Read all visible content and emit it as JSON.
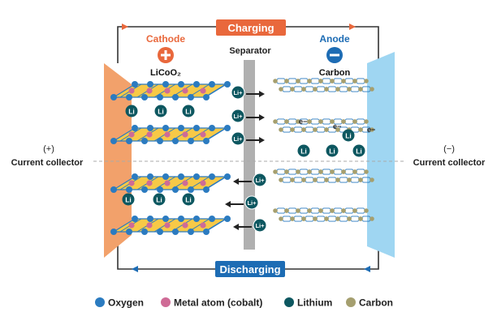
{
  "title_charging": "Charging",
  "title_discharging": "Discharging",
  "cathode": {
    "label": "Cathode",
    "material": "LiCoO₂",
    "sign": "+"
  },
  "anode": {
    "label": "Anode",
    "material": "Carbon",
    "sign": "−"
  },
  "separator": "Separator",
  "left_collector": {
    "polarity": "(+)",
    "label": "Current collector"
  },
  "right_collector": {
    "polarity": "(−)",
    "label": "Current collector"
  },
  "ion_label": "Li+",
  "lithium_label": "Li",
  "electron_label": "e−",
  "legend": [
    {
      "label": "Oxygen",
      "color": "#2b7bc0"
    },
    {
      "label": "Metal atom (cobalt)",
      "color": "#cf6b96"
    },
    {
      "label": "Lithium",
      "color": "#0d5760"
    },
    {
      "label": "Carbon",
      "color": "#a59f6f"
    }
  ],
  "colors": {
    "orange": "#e9683c",
    "blue": "#1d6cb4",
    "cathode_plate": "#f2a16b",
    "anode_plate": "#9fd6f2",
    "layer_fill": "#f7c947",
    "separator": "#b0b0b0",
    "circuit": "#333333"
  }
}
